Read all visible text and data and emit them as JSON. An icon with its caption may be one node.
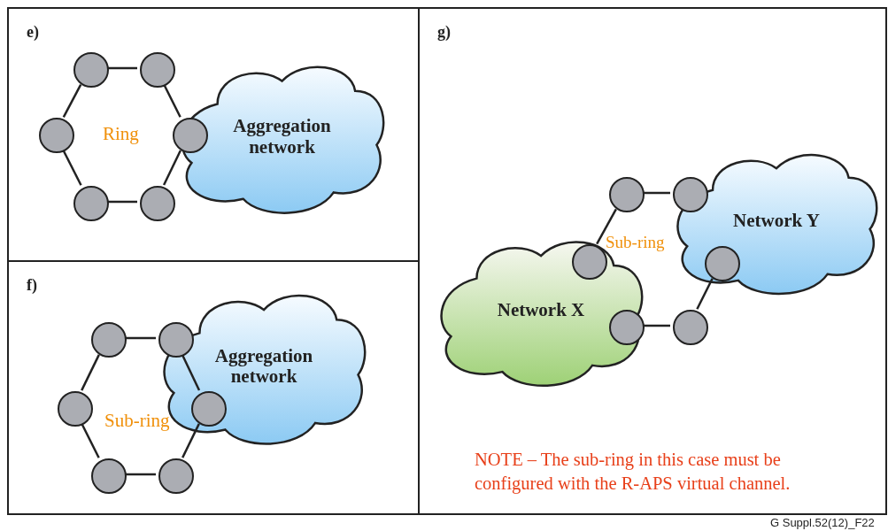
{
  "diagram": {
    "nodes": [
      {
        "text": [
          "e)"
        ]
      },
      {
        "text": [
          "Aggregation network"
        ],
        "in": 0
      },
      {
        "text": [],
        "shape": "circle",
        "in": 0
      },
      {
        "text": [],
        "shape": "circle",
        "in": 0
      },
      {
        "text": [],
        "shape": "circle",
        "in": 0
      },
      {
        "text": [],
        "shape": "circle",
        "in": 0
      },
      {
        "text": [],
        "shape": "circle",
        "in": 0
      },
      {
        "text": [],
        "shape": "circle",
        "in": 0
      },
      {
        "text": [
          "f)"
        ]
      },
      {
        "text": [
          "Aggregation network"
        ],
        "in": 8
      },
      {
        "text": [],
        "shape": "circle",
        "in": 8
      },
      {
        "text": [],
        "shape": "circle",
        "in": 8
      },
      {
        "text": [],
        "shape": "circle",
        "in": 8
      },
      {
        "text": [],
        "shape": "circle",
        "in": 9
      },
      {
        "text": [],
        "shape": "circle",
        "in": 8
      },
      {
        "text": [],
        "shape": "circle",
        "in": 8
      },
      {
        "text": [
          "g)"
        ]
      },
      {
        "text": [
          "Network Y"
        ],
        "in": 16
      },
      {
        "text": [
          "Network X"
        ],
        "in": 16
      },
      {
        "text": [],
        "shape": "circle",
        "in": 16
      },
      {
        "text": [],
        "shape": "circle",
        "in": 17
      },
      {
        "text": [],
        "shape": "circle",
        "in": 18
      },
      {
        "text": [],
        "shape": "circle",
        "in": 17
      },
      {
        "text": [],
        "shape": "circle",
        "in": 18
      },
      {
        "text": [],
        "shape": "circle",
        "in": 16
      }
    ],
    "edges": [
      {
        "from": 2,
        "to": 3,
        "arrow": "none"
      },
      {
        "from": 3,
        "to": 5,
        "arrow": "none"
      },
      {
        "from": 5,
        "to": 7,
        "arrow": "none"
      },
      {
        "from": 7,
        "to": 6,
        "arrow": "none"
      },
      {
        "from": 6,
        "to": 4,
        "arrow": "none"
      },
      {
        "from": 4,
        "to": 2,
        "arrow": "none"
      },
      {
        "from": 10,
        "to": 11,
        "arrow": "none"
      },
      {
        "from": 11,
        "to": 13,
        "arrow": "none"
      },
      {
        "from": 13,
        "to": 15,
        "arrow": "none"
      },
      {
        "from": 15,
        "to": 14,
        "arrow": "none"
      },
      {
        "from": 14,
        "to": 12,
        "arrow": "none"
      },
      {
        "from": 12,
        "to": 10,
        "arrow": "none"
      },
      {
        "from": 19,
        "to": 20,
        "arrow": "none"
      },
      {
        "from": 19,
        "to": 21,
        "arrow": "none"
      },
      {
        "from": 22,
        "to": 24,
        "arrow": "none"
      },
      {
        "from": 24,
        "to": 23,
        "arrow": "none"
      }
    ],
    "labels": [
      "Ring",
      "Sub-ring",
      "Sub-ring",
      "NOTE – The sub-ring in this case must be configured with the R-APS virtual channel.",
      "G Suppl.52(12)_F22"
    ]
  }
}
